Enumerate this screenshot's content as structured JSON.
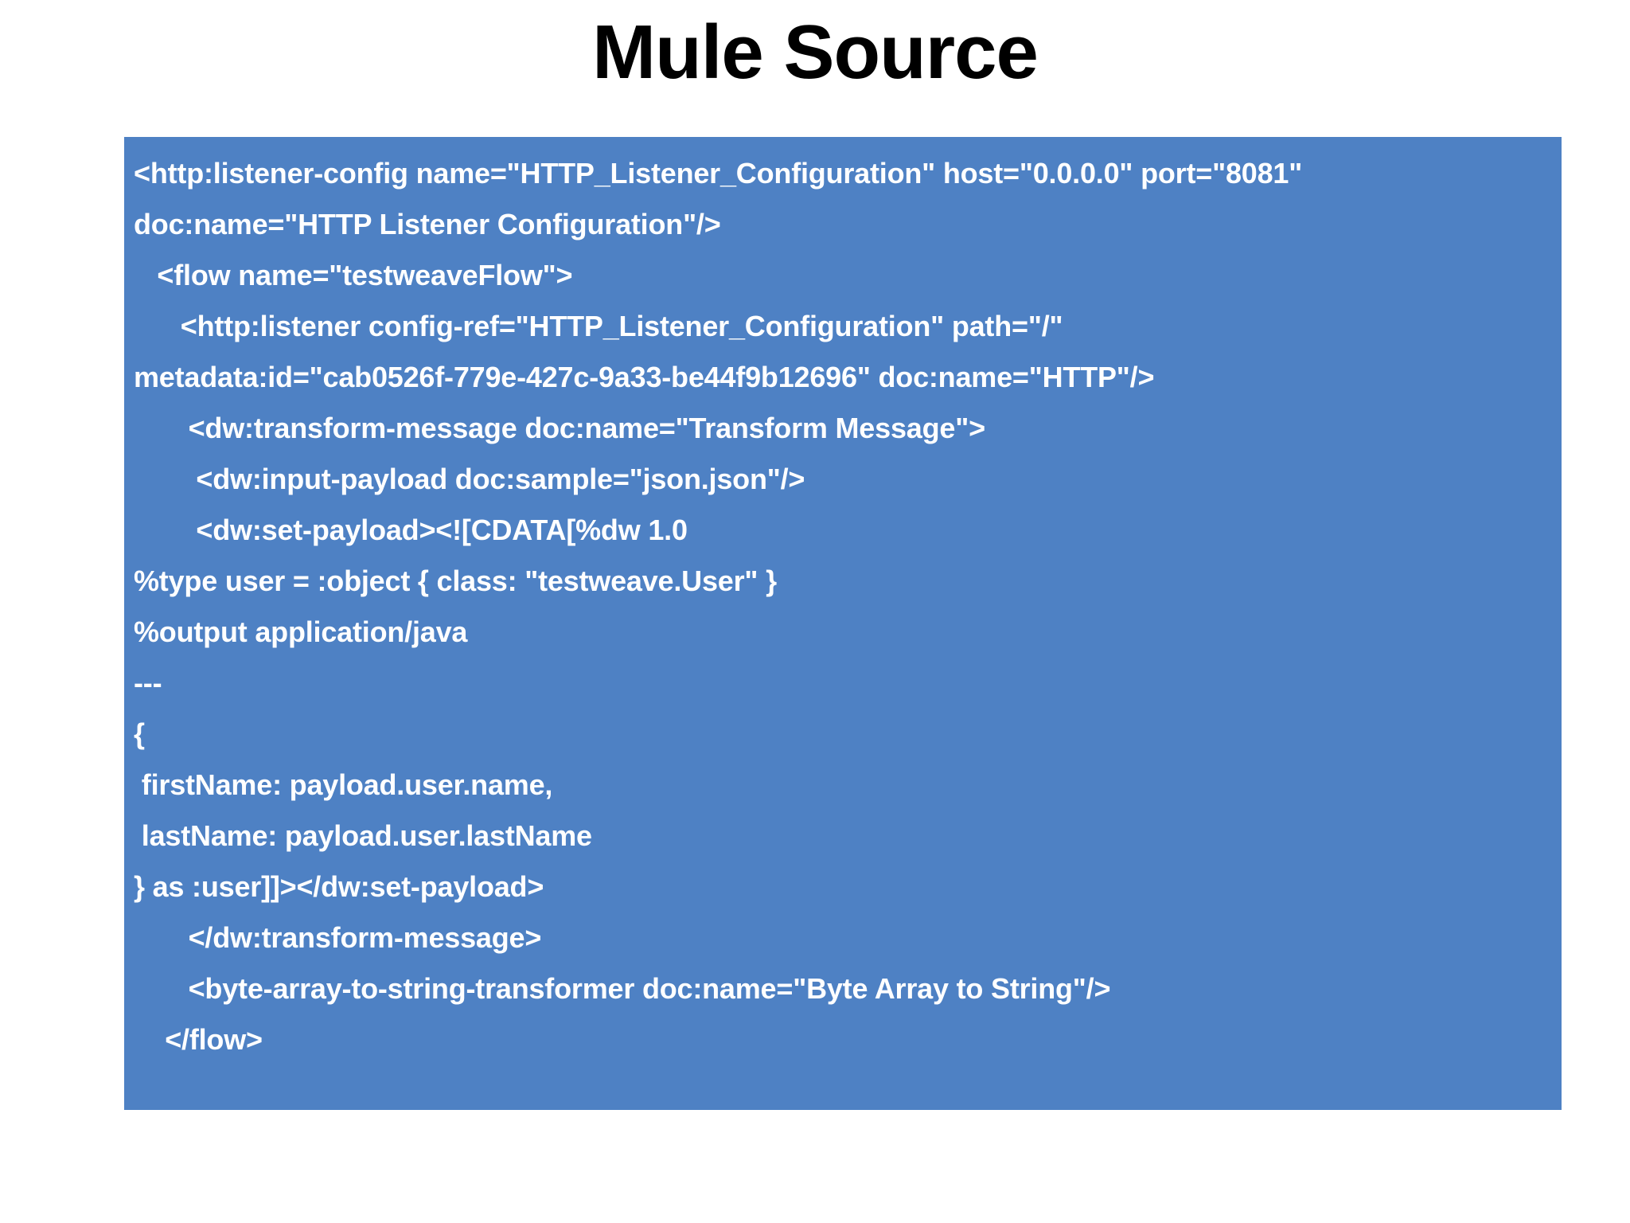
{
  "slide": {
    "title": "Mule Source",
    "accent_color": "#4E81C4",
    "code_text_color": "#FFFFFF",
    "background_color": "#FFFFFF",
    "code_lines": [
      "<http:listener-config name=\"HTTP_Listener_Configuration\" host=\"0.0.0.0\" port=\"8081\"",
      "doc:name=\"HTTP Listener Configuration\"/>",
      "   <flow name=\"testweaveFlow\">",
      "      <http:listener config-ref=\"HTTP_Listener_Configuration\" path=\"/\"",
      "metadata:id=\"cab0526f-779e-427c-9a33-be44f9b12696\" doc:name=\"HTTP\"/>",
      "       <dw:transform-message doc:name=\"Transform Message\">",
      "        <dw:input-payload doc:sample=\"json.json\"/>",
      "        <dw:set-payload><![CDATA[%dw 1.0",
      "%type user = :object { class: \"testweave.User\" }",
      "%output application/java",
      "---",
      "{",
      " firstName: payload.user.name,",
      " lastName: payload.user.lastName",
      "} as :user]]></dw:set-payload>",
      "       </dw:transform-message>",
      "       <byte-array-to-string-transformer doc:name=\"Byte Array to String\"/>",
      "    </flow>"
    ]
  }
}
